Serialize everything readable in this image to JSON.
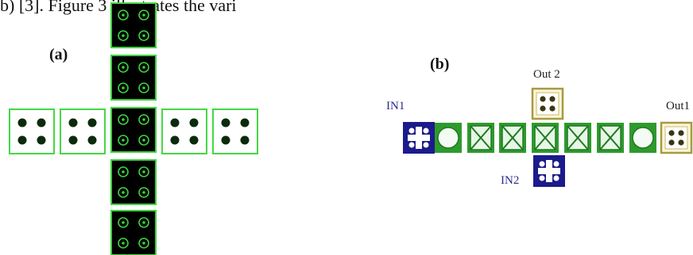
{
  "text": {
    "top_line": "b) [3]. Figure 3 illustrates the vari"
  },
  "diagram_a": {
    "label": "(a)"
  },
  "diagram_b": {
    "label": "(b)",
    "in1": "IN1",
    "in2": "IN2",
    "out1": "Out1",
    "out2": "Out 2"
  },
  "colors": {
    "green": "#33cc33",
    "dark_green": "#1e8a1e",
    "navy": "#1b1b8c",
    "olive": "#a89a40",
    "black": "#000000"
  }
}
